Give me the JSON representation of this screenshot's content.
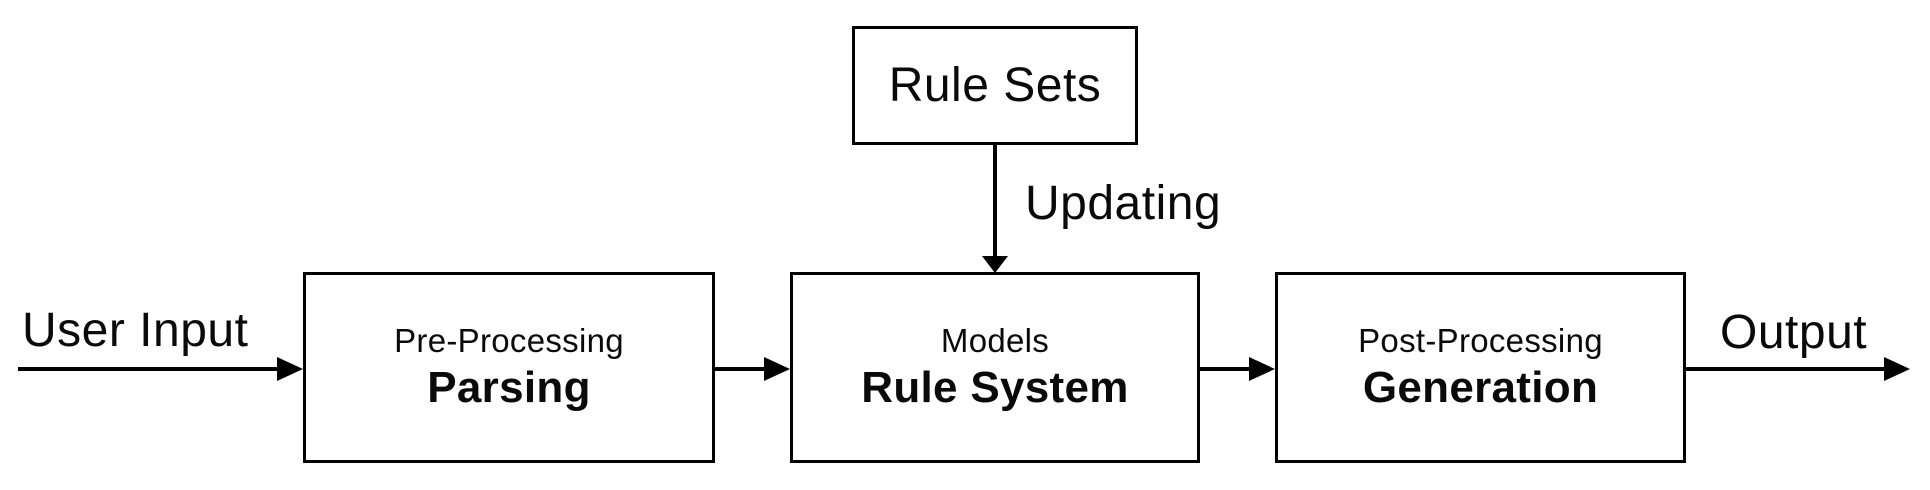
{
  "diagram": {
    "background_color": "#ffffff",
    "stroke_color": "#000000",
    "text_color": "#0a0a0a",
    "nodes": {
      "rule_sets": {
        "label": "Rule Sets"
      },
      "preprocessing": {
        "subtitle": "Pre-Processing",
        "title": "Parsing"
      },
      "models": {
        "subtitle": "Models",
        "title": "Rule System"
      },
      "postprocessing": {
        "subtitle": "Post-Processing",
        "title": "Generation"
      }
    },
    "edge_labels": {
      "input": "User Input",
      "updating": "Updating",
      "output": "Output"
    }
  }
}
